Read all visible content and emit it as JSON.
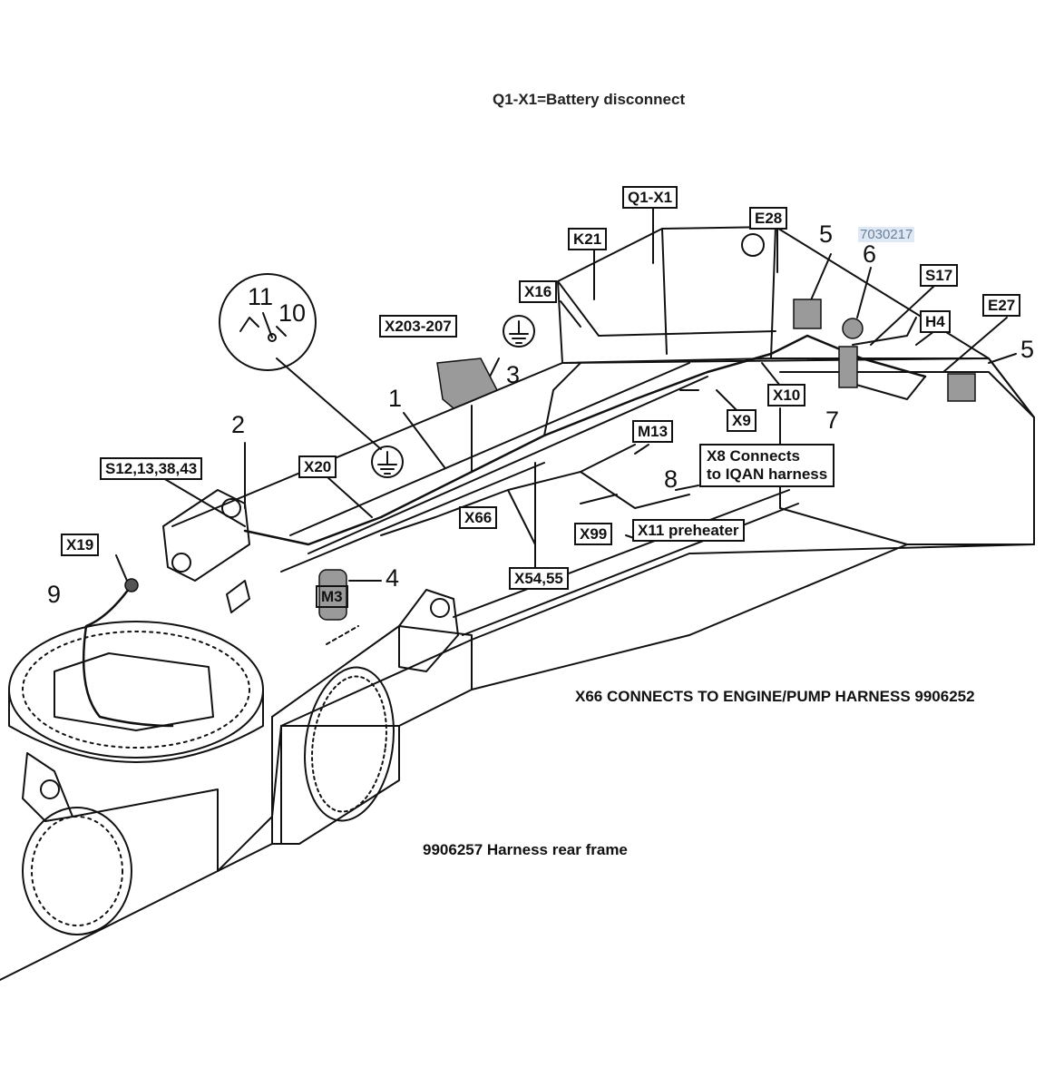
{
  "header_note": "Q1-X1=Battery disconnect",
  "doc_number": "7030217",
  "callouts": {
    "q1x1": "Q1-X1",
    "k21": "K21",
    "e28": "E28",
    "x16": "X16",
    "s17": "S17",
    "h4": "H4",
    "e27": "E27",
    "x203": "X203-207",
    "x10": "X10",
    "x9": "X9",
    "m13": "M13",
    "x8_line1": "X8 Connects",
    "x8_line2": "to IQAN harness",
    "s12": "S12,13,38,43",
    "x20": "X20",
    "x66": "X66",
    "x19": "X19",
    "x99": "X99",
    "x11": "X11 preheater",
    "x54": "X54,55",
    "m3": "M3"
  },
  "item_numbers": {
    "n1": "1",
    "n2": "2",
    "n3": "3",
    "n4": "4",
    "n5a": "5",
    "n5b": "5",
    "n6": "6",
    "n7": "7",
    "n8": "8",
    "n9": "9",
    "n10": "10",
    "n11": "11"
  },
  "notes": {
    "x66_note": "X66 CONNECTS TO ENGINE/PUMP HARNESS 9906252",
    "harness_title": "9906257 Harness rear frame"
  },
  "colors": {
    "line": "#111111",
    "component_fill": "#9a9a9a",
    "doc_highlight": "#dfe9f5"
  }
}
